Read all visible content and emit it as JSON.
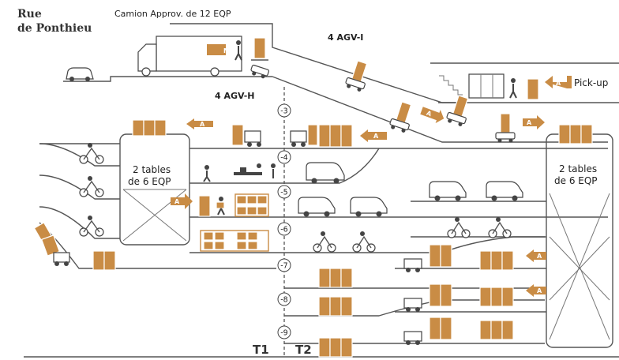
{
  "street_name": [
    "Rue",
    "de Ponthieu"
  ],
  "truck_label": "Camion Approv. de 12 EQP",
  "agv_i_label": "4 AGV-I",
  "agv_h_label": "4 AGV-H",
  "pickup_label": "Pick-up",
  "table_left": [
    "2 tables",
    "de 6 EQP"
  ],
  "table_right": [
    "2 tables",
    "de 6 EQP"
  ],
  "levels": [
    "-3",
    "-4",
    "-5",
    "-6",
    "-7",
    "-8",
    "-9"
  ],
  "t1_label": "T1",
  "t2_label": "T2",
  "arrow_letter": "A",
  "truck_marker": "M",
  "colors": {
    "accent": "#c98c45",
    "line": "#555555"
  }
}
